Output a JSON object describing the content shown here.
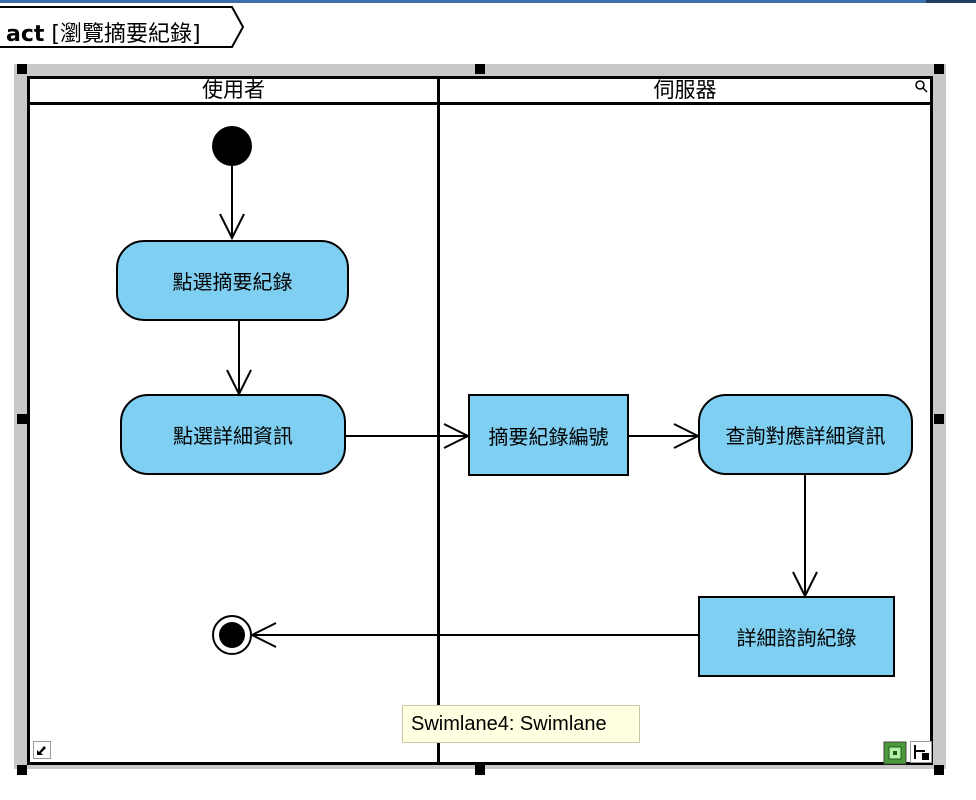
{
  "diagram": {
    "keyword": "act",
    "name": "[瀏覽摘要紀錄]"
  },
  "lanes": [
    {
      "label": "使用者"
    },
    {
      "label": "伺服器"
    }
  ],
  "nodes": {
    "action1": "點選摘要紀錄",
    "action2": "點選詳細資訊",
    "object1": "摘要紀錄編號",
    "action3": "查詢對應詳細資訊",
    "object2": "詳細諮詢紀錄"
  },
  "tooltip": "Swimlane4: Swimlane",
  "colors": {
    "node_fill": "#7fcff2",
    "selection_border": "#c8c8c8",
    "tooltip_bg": "#ffffe1"
  }
}
